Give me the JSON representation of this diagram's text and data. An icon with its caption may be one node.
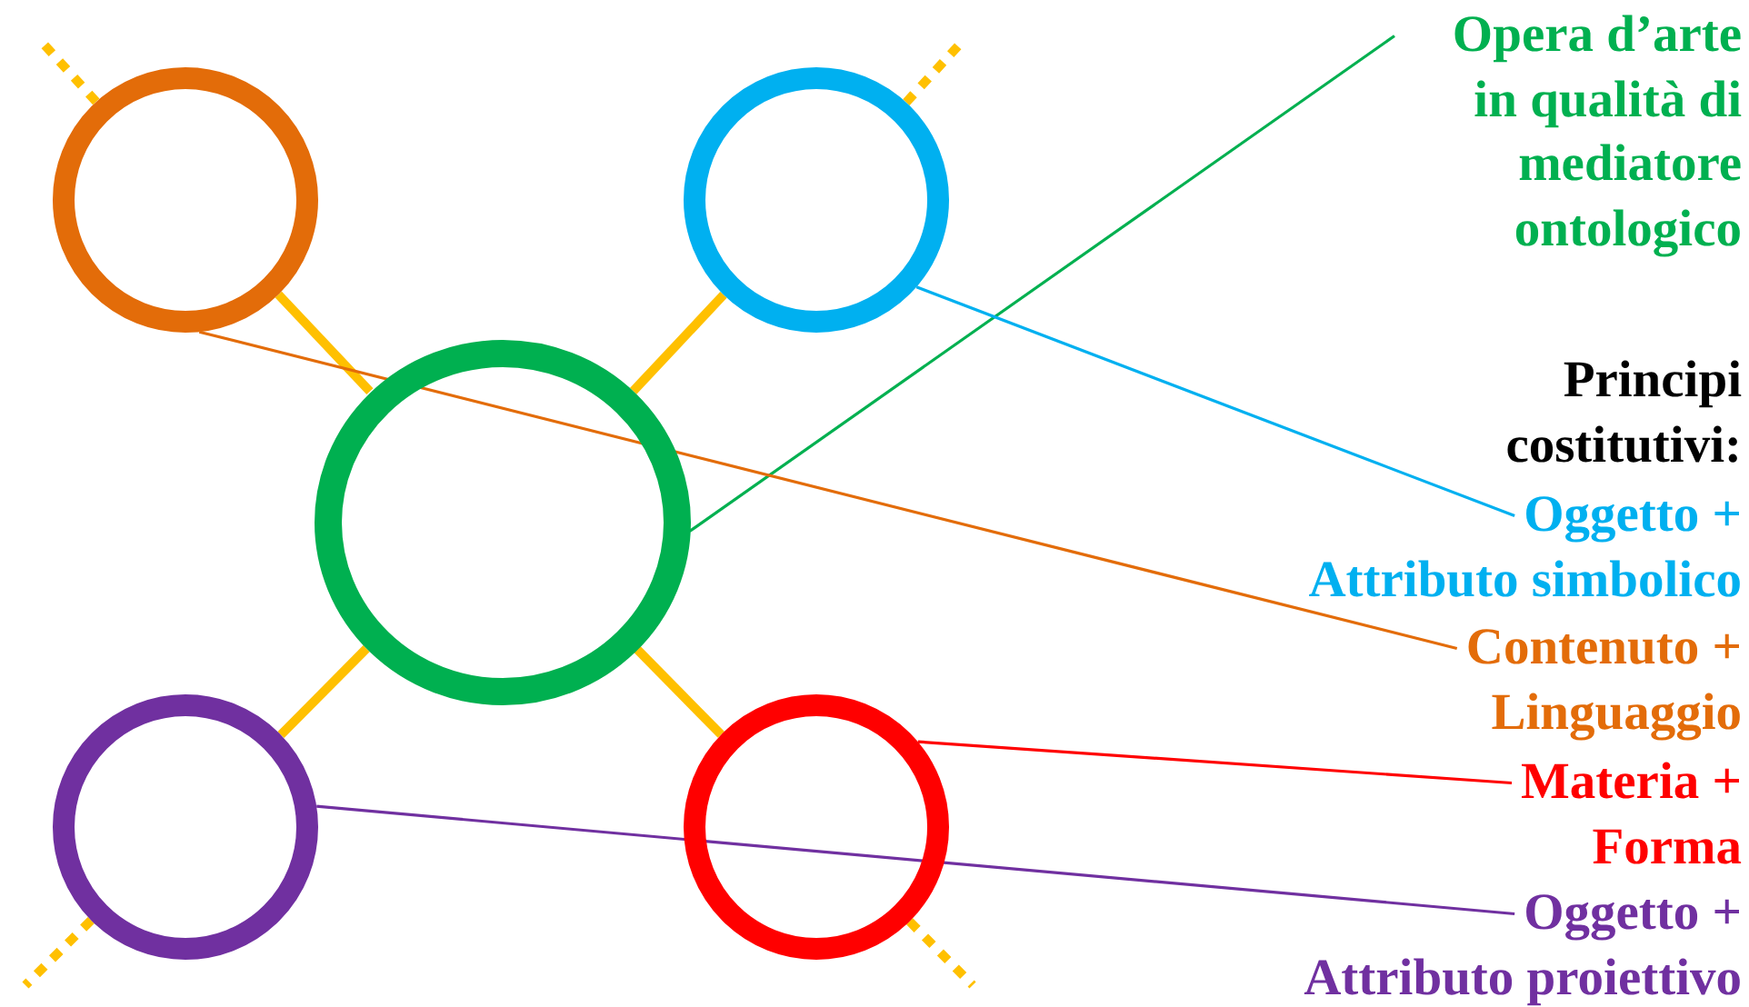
{
  "diagram": {
    "nodes": [
      {
        "text": [],
        "shape": "circle"
      },
      {
        "text": [],
        "shape": "circle"
      },
      {
        "text": [],
        "shape": "circle"
      },
      {
        "text": [],
        "shape": "circle"
      },
      {
        "text": [],
        "shape": "circle"
      },
      {
        "text": [
          "Opera d’arte in qualità di mediatore ontologico"
        ]
      },
      {
        "text": [
          "Oggetto +",
          "Attributo simbolico"
        ]
      },
      {
        "text": [
          "Contenuto +",
          "Linguaggio"
        ]
      },
      {
        "text": [
          "Materia +",
          "Forma"
        ]
      },
      {
        "text": [
          "Oggetto +",
          "Attributo proiettivo"
        ]
      }
    ],
    "edges": [
      {
        "from": 2,
        "to": 0,
        "arrow": "none"
      },
      {
        "from": 2,
        "to": 1,
        "arrow": "none"
      },
      {
        "from": 2,
        "to": 3,
        "arrow": "none"
      },
      {
        "from": 2,
        "to": 4,
        "arrow": "none"
      },
      {
        "from": 0,
        "to": null,
        "arrow": "none",
        "style": "dashed"
      },
      {
        "from": 1,
        "to": null,
        "arrow": "none",
        "style": "dashed"
      },
      {
        "from": 3,
        "to": null,
        "arrow": "none",
        "style": "dashed"
      },
      {
        "from": 4,
        "to": null,
        "arrow": "none",
        "style": "dashed"
      },
      {
        "from": 5,
        "to": 2,
        "arrow": "none",
        "color": "#00b050"
      },
      {
        "from": 6,
        "to": 1,
        "arrow": "none",
        "color": "#00b0f0"
      },
      {
        "from": 7,
        "to": 0,
        "arrow": "none",
        "color": "#e36c09"
      },
      {
        "from": 8,
        "to": 4,
        "arrow": "none",
        "color": "#ff0000"
      },
      {
        "from": 9,
        "to": 3,
        "arrow": "none",
        "color": "#7030a0"
      }
    ],
    "labels": [
      "Principi costitutivi:"
    ]
  }
}
